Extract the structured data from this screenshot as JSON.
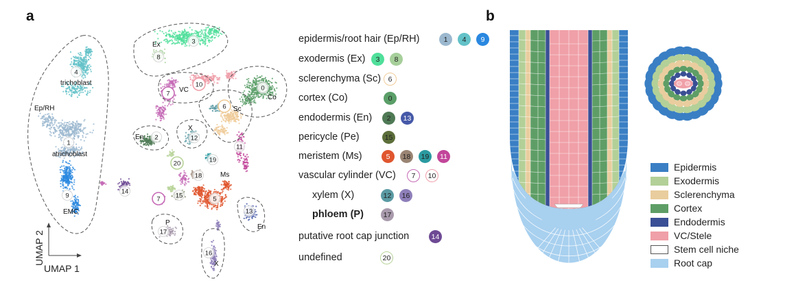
{
  "panels": {
    "a_label": "a",
    "b_label": "b"
  },
  "axes": {
    "umap1": "UMAP 1",
    "umap2": "UMAP 2"
  },
  "umap_labels": {
    "ex": "Ex",
    "trichoblast": "trichoblast",
    "ep_rh": "Ep/RH",
    "vc": "VC",
    "sc": "Sc",
    "co": "Co",
    "x_top": "X",
    "en_left": "En",
    "atrichoblast": "atrichoblast",
    "ms": "Ms",
    "emc": "EMC",
    "p": "P",
    "en_right": "En",
    "x_bottom": "X"
  },
  "cluster_colors": {
    "c0": "#5a9e68",
    "c1": "#9bb8cf",
    "c2": "#4f7a55",
    "c3": "#4fdf9a",
    "c4": "#63c2c8",
    "c5": "#e0562e",
    "c6": "#efcb98",
    "c7": "#c66bb6",
    "c8": "#a6cf9a",
    "c9": "#2a88e0",
    "c10": "#ef9ea9",
    "c11": "#c2469a",
    "c12": "#5a9aa3",
    "c13": "#4659a8",
    "c14": "#6e4a94",
    "c15": "#5c6e3a",
    "c16": "#8e7fb9",
    "c17": "#a89aac",
    "c18": "#9a8473",
    "c19": "#2a9aa0",
    "c20": "#b9d49a"
  },
  "legend": [
    {
      "label": "epidermis/root hair (Ep/RH)",
      "badges": [
        "1",
        "4",
        "9"
      ]
    },
    {
      "label": "exodermis (Ex)",
      "badges": [
        "3",
        "8"
      ]
    },
    {
      "label": "sclerenchyma (Sc)",
      "badges": [
        "6"
      ]
    },
    {
      "label": "cortex (Co)",
      "badges": [
        "0"
      ]
    },
    {
      "label": "endodermis (En)",
      "badges": [
        "2",
        "13"
      ]
    },
    {
      "label": "pericycle (Pe)",
      "badges": [
        "15"
      ]
    },
    {
      "label": "meristem (Ms)",
      "badges": [
        "5",
        "18",
        "19",
        "11"
      ]
    },
    {
      "label": "vascular cylinder (VC)",
      "badges": [
        "7",
        "10"
      ]
    },
    {
      "label": "xylem (X)",
      "badges": [
        "12",
        "16"
      ]
    },
    {
      "label": "phloem (P)",
      "badges": [
        "17"
      ]
    },
    {
      "label": "putative root cap junction",
      "badges": [
        "14"
      ]
    },
    {
      "label": "undefined",
      "badges": [
        "20"
      ]
    }
  ],
  "tissue_legend": [
    {
      "label": "Epidermis",
      "color": "#3a7fc4"
    },
    {
      "label": "Exodermis",
      "color": "#b3d098"
    },
    {
      "label": "Sclerenchyma",
      "color": "#e9cd9e"
    },
    {
      "label": "Cortex",
      "color": "#5e9e66"
    },
    {
      "label": "Endodermis",
      "color": "#3a4f95"
    },
    {
      "label": "VC/Stele",
      "color": "#f0a0a8"
    },
    {
      "label": "Stem cell niche",
      "color": "#ffffff"
    },
    {
      "label": "Root cap",
      "color": "#a8d0ef"
    }
  ]
}
